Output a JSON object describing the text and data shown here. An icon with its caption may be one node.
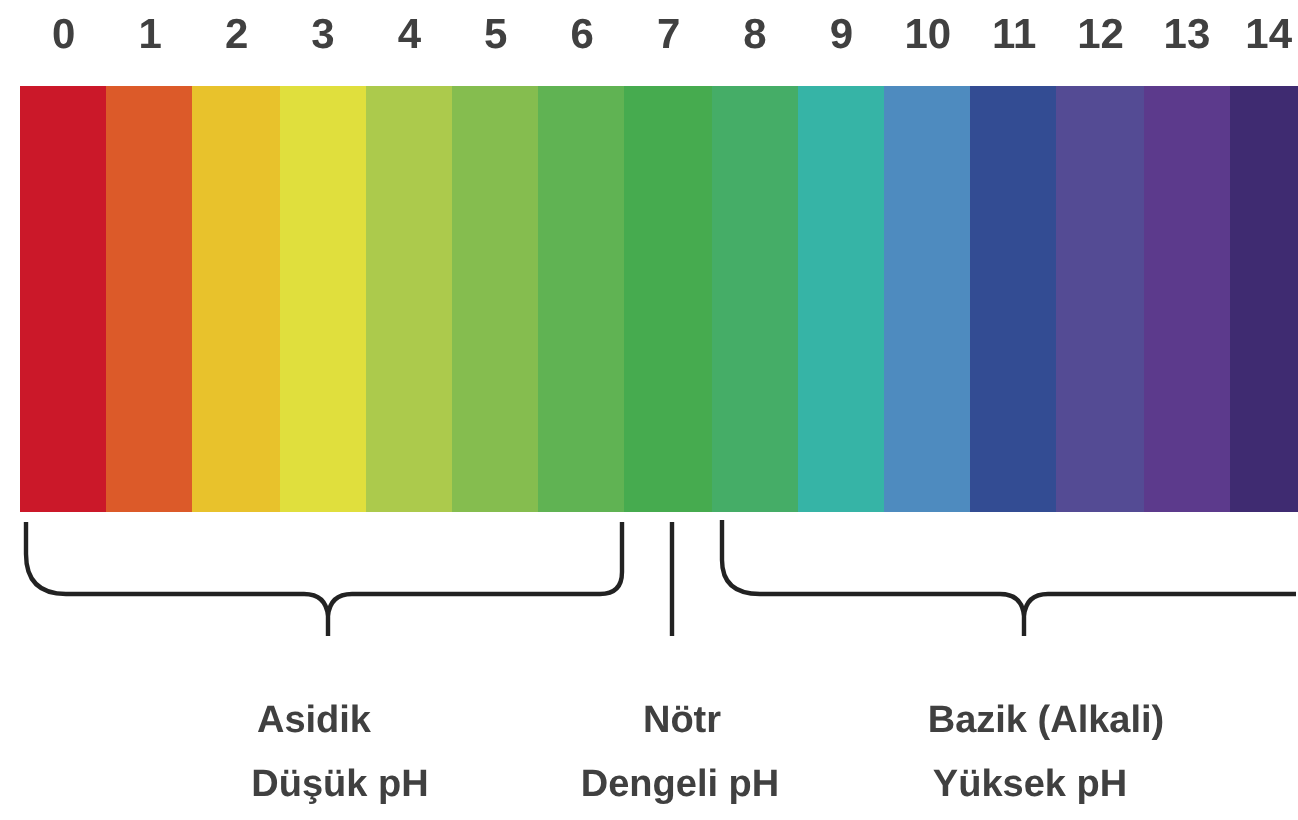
{
  "diagram": {
    "nodes": [
      {
        "text": [
          "0"
        ]
      },
      {
        "text": [
          "1"
        ]
      },
      {
        "text": [
          "2"
        ]
      },
      {
        "text": [
          "3"
        ]
      },
      {
        "text": [
          "4"
        ]
      },
      {
        "text": [
          "5"
        ]
      },
      {
        "text": [
          "6"
        ]
      },
      {
        "text": [
          "7"
        ]
      },
      {
        "text": [
          "8"
        ]
      },
      {
        "text": [
          "9"
        ]
      },
      {
        "text": [
          "10"
        ]
      },
      {
        "text": [
          "11"
        ]
      },
      {
        "text": [
          "12"
        ]
      },
      {
        "text": [
          "13"
        ]
      },
      {
        "text": [
          "14"
        ]
      }
    ],
    "labels": [
      "Asidik",
      "Nötr",
      "Bazik (Alkali)",
      "Düşük pH",
      "Dengeli pH",
      "Yüksek pH"
    ]
  }
}
